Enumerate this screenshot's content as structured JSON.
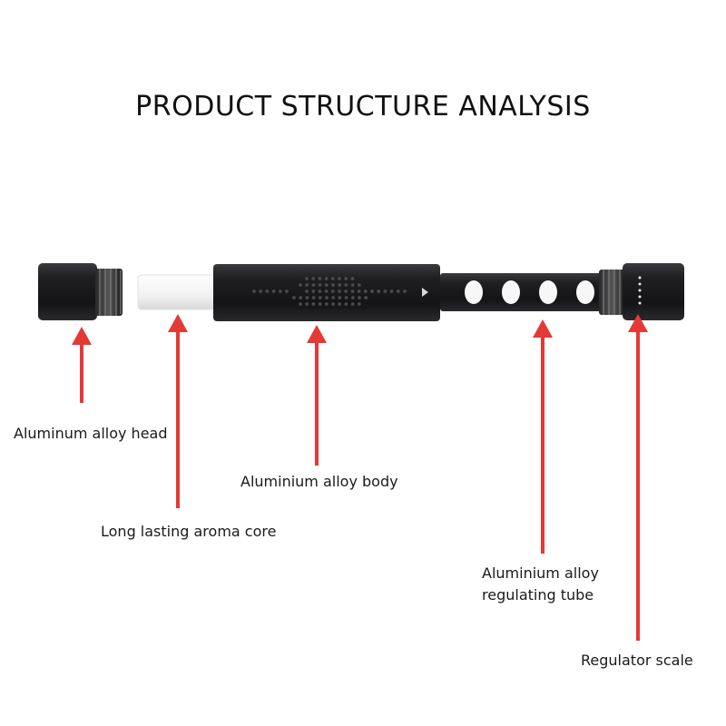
{
  "title": "PRODUCT STRUCTURE ANALYSIS",
  "colors": {
    "arrow": "#e53935",
    "metal": "#1b1b1d",
    "core": "#f4f4f4"
  },
  "parts": [
    {
      "id": "head",
      "label": "Aluminum alloy head"
    },
    {
      "id": "core",
      "label": "Long lasting aroma core"
    },
    {
      "id": "body",
      "label": "Aluminium alloy body"
    },
    {
      "id": "tube",
      "label": "Aluminium alloy\nregulating tube"
    },
    {
      "id": "scale",
      "label": "Regulator scale"
    }
  ]
}
